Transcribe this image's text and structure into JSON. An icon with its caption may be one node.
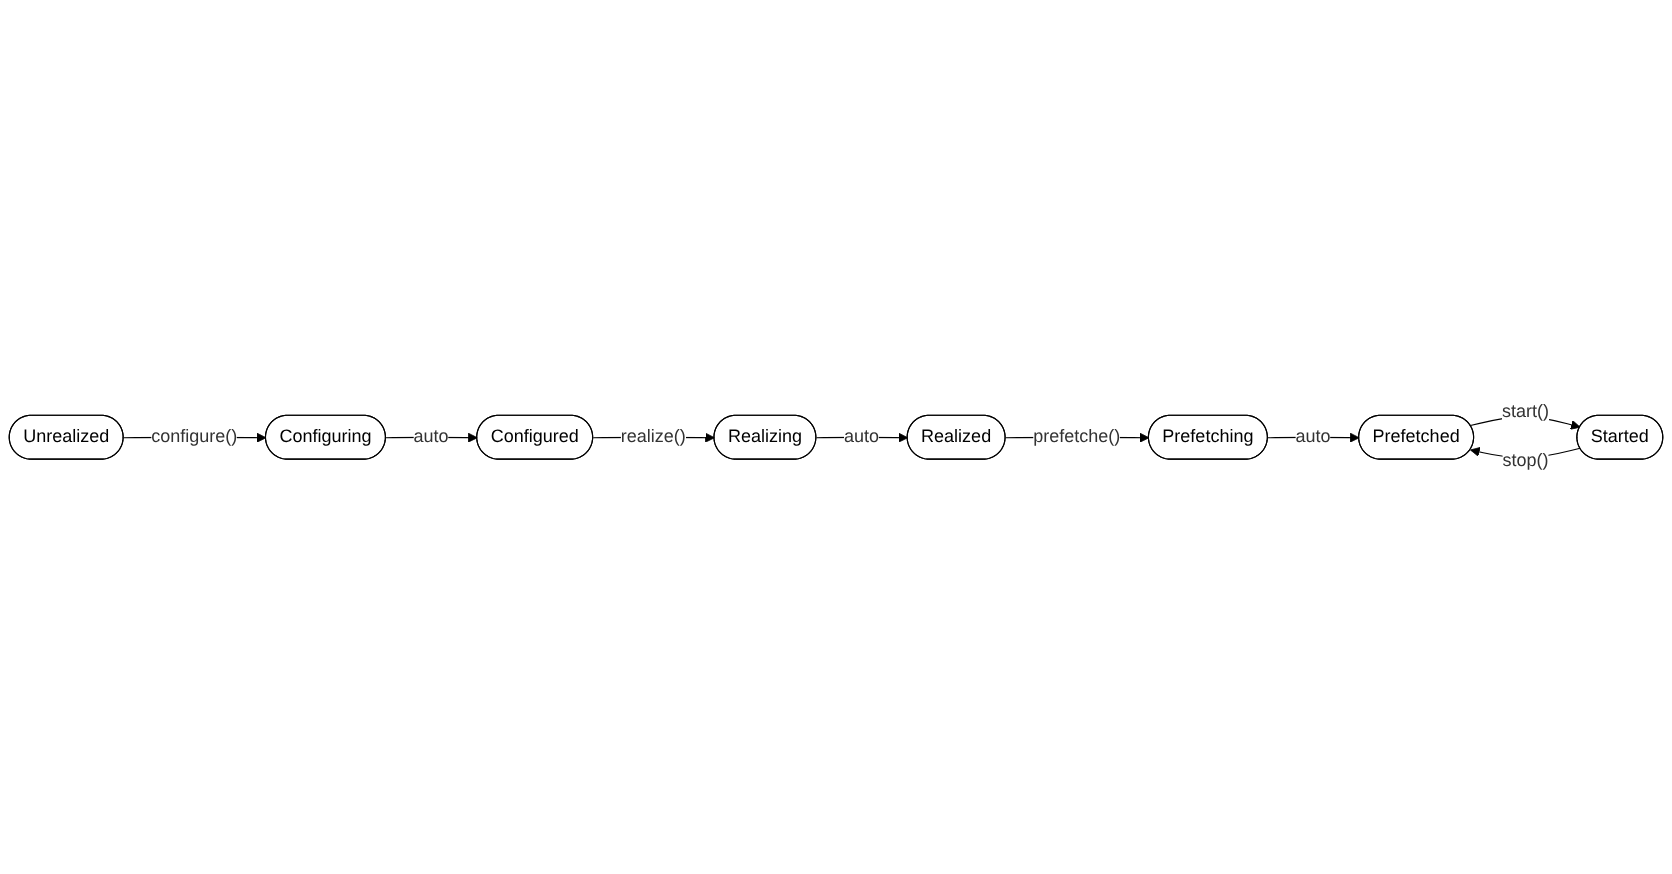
{
  "diagram": {
    "nodes": [
      {
        "text": [
          "Unrealized"
        ]
      },
      {
        "text": [
          "Configuring"
        ]
      },
      {
        "text": [
          "Configured"
        ]
      },
      {
        "text": [
          "Realizing"
        ]
      },
      {
        "text": [
          "Realized"
        ]
      },
      {
        "text": [
          "Prefetching"
        ]
      },
      {
        "text": [
          "Prefetched"
        ]
      },
      {
        "text": [
          "Started"
        ]
      }
    ],
    "edges": [
      {
        "from": 0,
        "to": 1,
        "arrow": "to",
        "label": "configure()"
      },
      {
        "from": 1,
        "to": 2,
        "arrow": "to",
        "label": "auto"
      },
      {
        "from": 2,
        "to": 3,
        "arrow": "to",
        "label": "realize()"
      },
      {
        "from": 3,
        "to": 4,
        "arrow": "to",
        "label": "auto"
      },
      {
        "from": 4,
        "to": 5,
        "arrow": "to",
        "label": "prefetche()"
      },
      {
        "from": 5,
        "to": 6,
        "arrow": "to",
        "label": "auto"
      },
      {
        "from": 6,
        "to": 7,
        "arrow": "to",
        "label": "start()"
      },
      {
        "from": 7,
        "to": 6,
        "arrow": "to",
        "label": "stop()"
      }
    ]
  }
}
